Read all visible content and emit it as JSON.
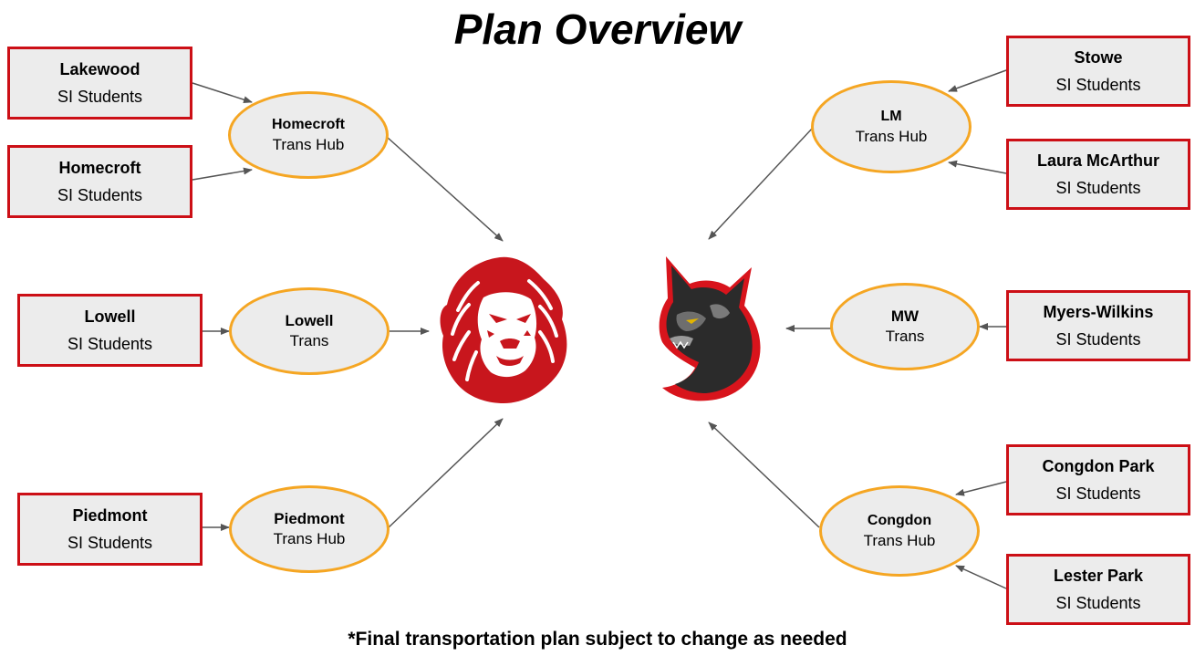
{
  "title": "Plan Overview",
  "footnote": "*Final transportation plan subject to change as needed",
  "schools": {
    "lakewood": {
      "name": "Lakewood",
      "sub": "SI Students"
    },
    "homecroft": {
      "name": "Homecroft",
      "sub": "SI Students"
    },
    "lowell": {
      "name": "Lowell",
      "sub": "SI Students"
    },
    "piedmont": {
      "name": "Piedmont",
      "sub": "SI Students"
    },
    "stowe": {
      "name": "Stowe",
      "sub": "SI Students"
    },
    "laura_mcarthur": {
      "name": "Laura McArthur",
      "sub": "SI Students"
    },
    "myers_wilkins": {
      "name": "Myers-Wilkins",
      "sub": "SI Students"
    },
    "congdon_park": {
      "name": "Congdon Park",
      "sub": "SI Students"
    },
    "lester_park": {
      "name": "Lester Park",
      "sub": "SI Students"
    }
  },
  "hubs": {
    "homecroft": {
      "name": "Homecroft",
      "sub": "Trans Hub"
    },
    "lowell": {
      "name": "Lowell",
      "sub": "Trans"
    },
    "piedmont": {
      "name": "Piedmont",
      "sub": "Trans Hub"
    },
    "lm": {
      "name": "LM",
      "sub": "Trans Hub"
    },
    "mw": {
      "name": "MW",
      "sub": "Trans"
    },
    "congdon": {
      "name": "Congdon",
      "sub": "Trans Hub"
    }
  },
  "logos": {
    "left": "lion-mascot-icon",
    "right": "wolf-mascot-icon"
  },
  "colors": {
    "school_border": "#cc0f16",
    "hub_border": "#f5a623",
    "box_fill": "#ececec",
    "arrow": "#555555",
    "lion": "#c8161d",
    "wolf_red": "#d8141c",
    "wolf_dark": "#2b2b2b"
  }
}
